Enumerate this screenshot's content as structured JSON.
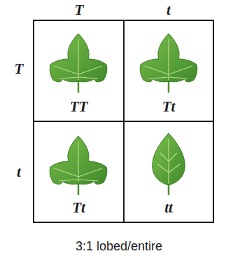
{
  "diagram": {
    "caption": "3:1 lobed/entire",
    "nodes": [
      {
        "text": [
          "TT"
        ]
      },
      {
        "text": [
          "Tt"
        ]
      },
      {
        "text": [
          "Tt"
        ]
      },
      {
        "text": [
          "tt"
        ]
      }
    ],
    "labels": [
      "T",
      "t",
      "T",
      "t"
    ]
  }
}
